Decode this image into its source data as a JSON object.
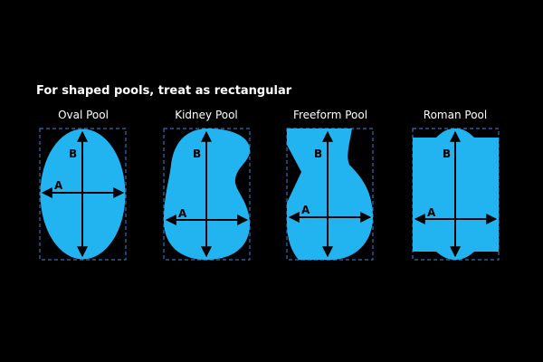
{
  "heading": "For shaped pools, treat as rectangular",
  "colors": {
    "background": "#000000",
    "pool_fill": "#22b4f0",
    "dashed_border": "#2f6fb8",
    "arrow": "#000000",
    "text": "#ffffff"
  },
  "pools": [
    {
      "label": "Oval Pool",
      "dim_a": "A",
      "dim_b": "B"
    },
    {
      "label": "Kidney Pool",
      "dim_a": "A",
      "dim_b": "B"
    },
    {
      "label": "Freeform Pool",
      "dim_a": "A",
      "dim_b": "B"
    },
    {
      "label": "Roman Pool",
      "dim_a": "A",
      "dim_b": "B"
    }
  ]
}
